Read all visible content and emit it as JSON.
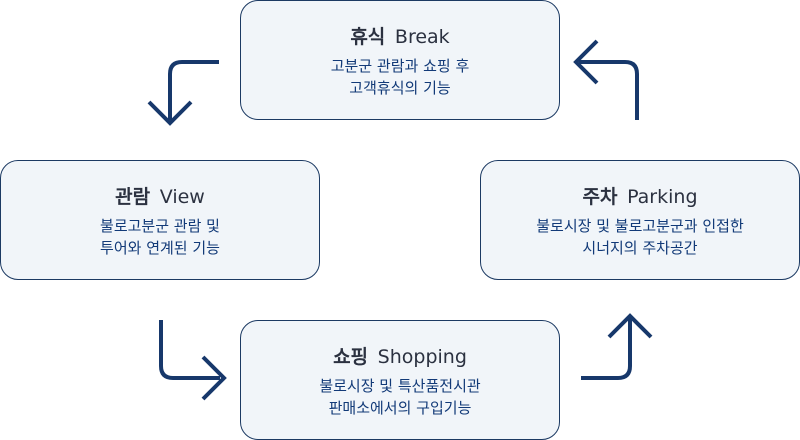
{
  "cycle": [
    {
      "id": "break",
      "title_ko": "휴식",
      "title_en": "Break",
      "desc": [
        "고분군 관람과 쇼핑 후",
        "고객휴식의 기능"
      ]
    },
    {
      "id": "parking",
      "title_ko": "주차",
      "title_en": "Parking",
      "desc": [
        "불로시장 및 불로고분군과 인접한",
        "시너지의 주차공간"
      ]
    },
    {
      "id": "shopping",
      "title_ko": "쇼핑",
      "title_en": "Shopping",
      "desc": [
        "불로시장 및 특산품전시관",
        "판매소에서의 구입기능"
      ]
    },
    {
      "id": "view",
      "title_ko": "관람",
      "title_en": "View",
      "desc": [
        "불로고분군 관람 및",
        "투어와 연계된 기능"
      ]
    }
  ],
  "colors": {
    "node_fill": "#f1f5f9",
    "node_border": "#1c3a63",
    "title_text": "#2b3140",
    "desc_text": "#123a78",
    "arrow": "#17386b"
  },
  "icons": [
    "arrow-break-to-view-icon",
    "arrow-view-to-shopping-icon",
    "arrow-shopping-to-parking-icon",
    "arrow-parking-to-break-icon"
  ]
}
